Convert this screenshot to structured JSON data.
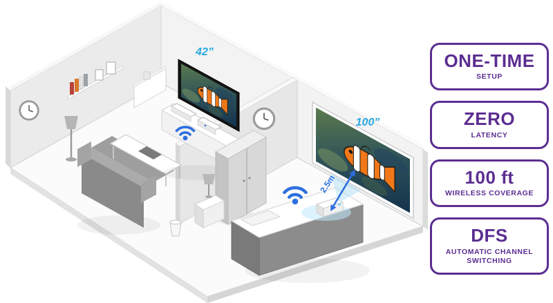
{
  "scene": {
    "tv_size_label": "42”",
    "screen_size_label": "100”",
    "distance_label": "2.5m",
    "icons": {
      "wifi_living_room": "wifi-signal-icon",
      "wifi_projector": "wifi-signal-icon",
      "clock_living_room": "wall-clock-icon",
      "clock_bedroom": "wall-clock-icon"
    }
  },
  "badges": [
    {
      "title": "ONE-TIME",
      "subtitle": "SETUP"
    },
    {
      "title": "ZERO",
      "subtitle": "LATENCY"
    },
    {
      "title": "100 ft",
      "subtitle": "WIRELESS COVERAGE"
    },
    {
      "title": "DFS",
      "subtitle": "AUTOMATIC CHANNEL SWITCHING"
    }
  ],
  "colors": {
    "accent_purple": "#5b2d91",
    "size_label_blue": "#29a9e0",
    "wifi_blue": "#2d6fe0",
    "beam_blue": "#a8dff5"
  }
}
